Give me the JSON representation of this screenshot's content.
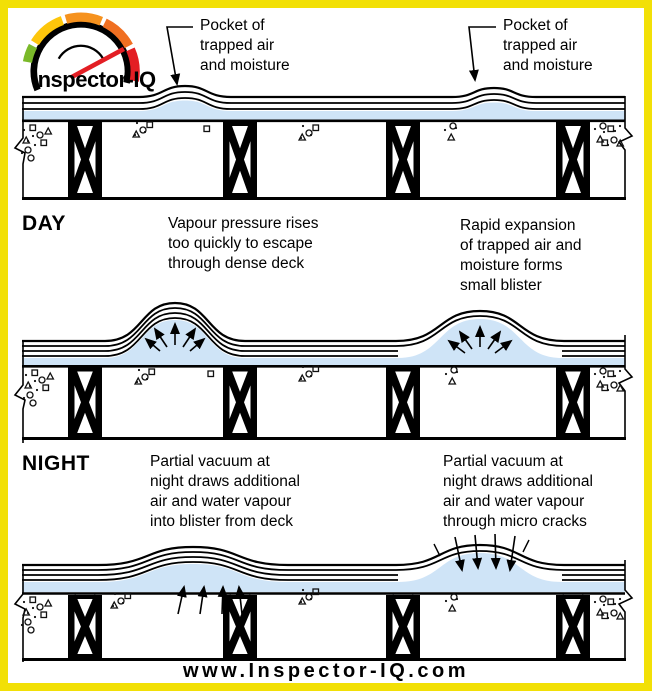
{
  "brand": {
    "name": "Inspector-IQ",
    "url": "www.Inspector-IQ.com"
  },
  "labels": {
    "pocket_left": "Pocket of\ntrapped air\nand moisture",
    "pocket_right": "Pocket of\ntrapped air\nand moisture"
  },
  "sections": {
    "day": {
      "title": "DAY",
      "left_caption": "Vapour pressure rises\ntoo quickly to escape\nthrough dense deck",
      "right_caption": "Rapid expansion\nof trapped air and\nmoisture forms\nsmall blister"
    },
    "night": {
      "title": "NIGHT",
      "left_caption": "Partial vacuum at\nnight draws additional\nair and water vapour\ninto blister from deck",
      "right_caption": "Partial vacuum at\nnight draws additional\nair and water vapour\nthrough micro cracks"
    }
  },
  "colors": {
    "frame_border": "#f2e006",
    "blister": "#cfe4f7",
    "gauge_green": "#7ab929",
    "gauge_yellow": "#fdc60b",
    "gauge_orange": "#f6921e",
    "gauge_orange_dark": "#f06f21",
    "gauge_red": "#e31e24",
    "ink": "#000000"
  }
}
